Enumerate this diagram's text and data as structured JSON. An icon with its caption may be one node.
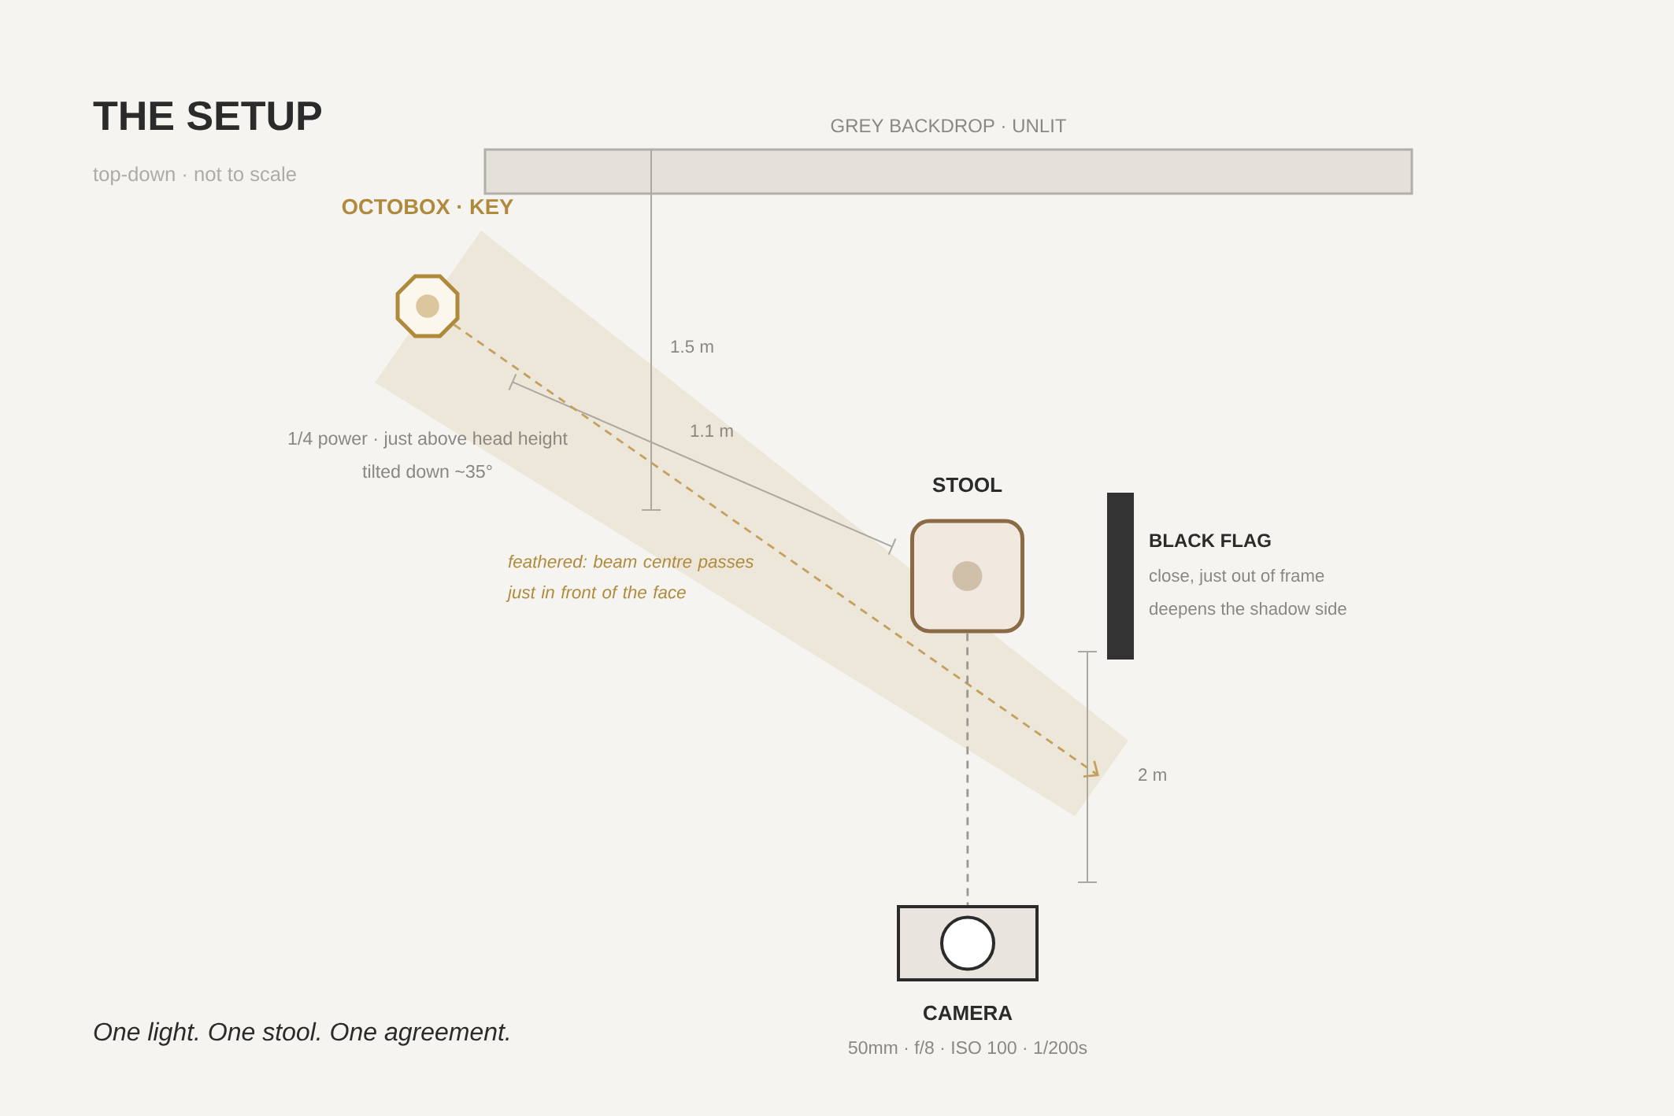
{
  "diagram": {
    "title": "THE SETUP",
    "caption": "One light. One stool. One agreement.",
    "nodes": [
      {
        "text": [
          "GREY BACKDROP · UNLIT"
        ]
      },
      {
        "text": [
          "OCTOBOX · KEY"
        ],
        "beside": [
          "1/4 power · just above head height",
          "tilted down ~35°"
        ]
      },
      {
        "text": [
          "STOOL"
        ]
      },
      {
        "text": [
          "BLACK FLAG"
        ],
        "beside": [
          "close, just out of frame",
          "deepens the shadow side"
        ]
      },
      {
        "text": [
          "CAMERA"
        ],
        "beside": [
          "50mm · f/8 · ISO 100 · 1/200s"
        ]
      }
    ],
    "edges": [
      {
        "from": 1,
        "to": null,
        "arrow": "to",
        "style": "dashed",
        "color": "#c4a060"
      },
      {
        "from": 2,
        "to": 4,
        "arrow": "none",
        "style": "dashed",
        "color": "#9b9890"
      }
    ],
    "labels": [
      "top-down · not to scale",
      "1.5 m",
      "1.1 m",
      "feathered: beam centre passes just in front of the face",
      "2 m"
    ]
  }
}
